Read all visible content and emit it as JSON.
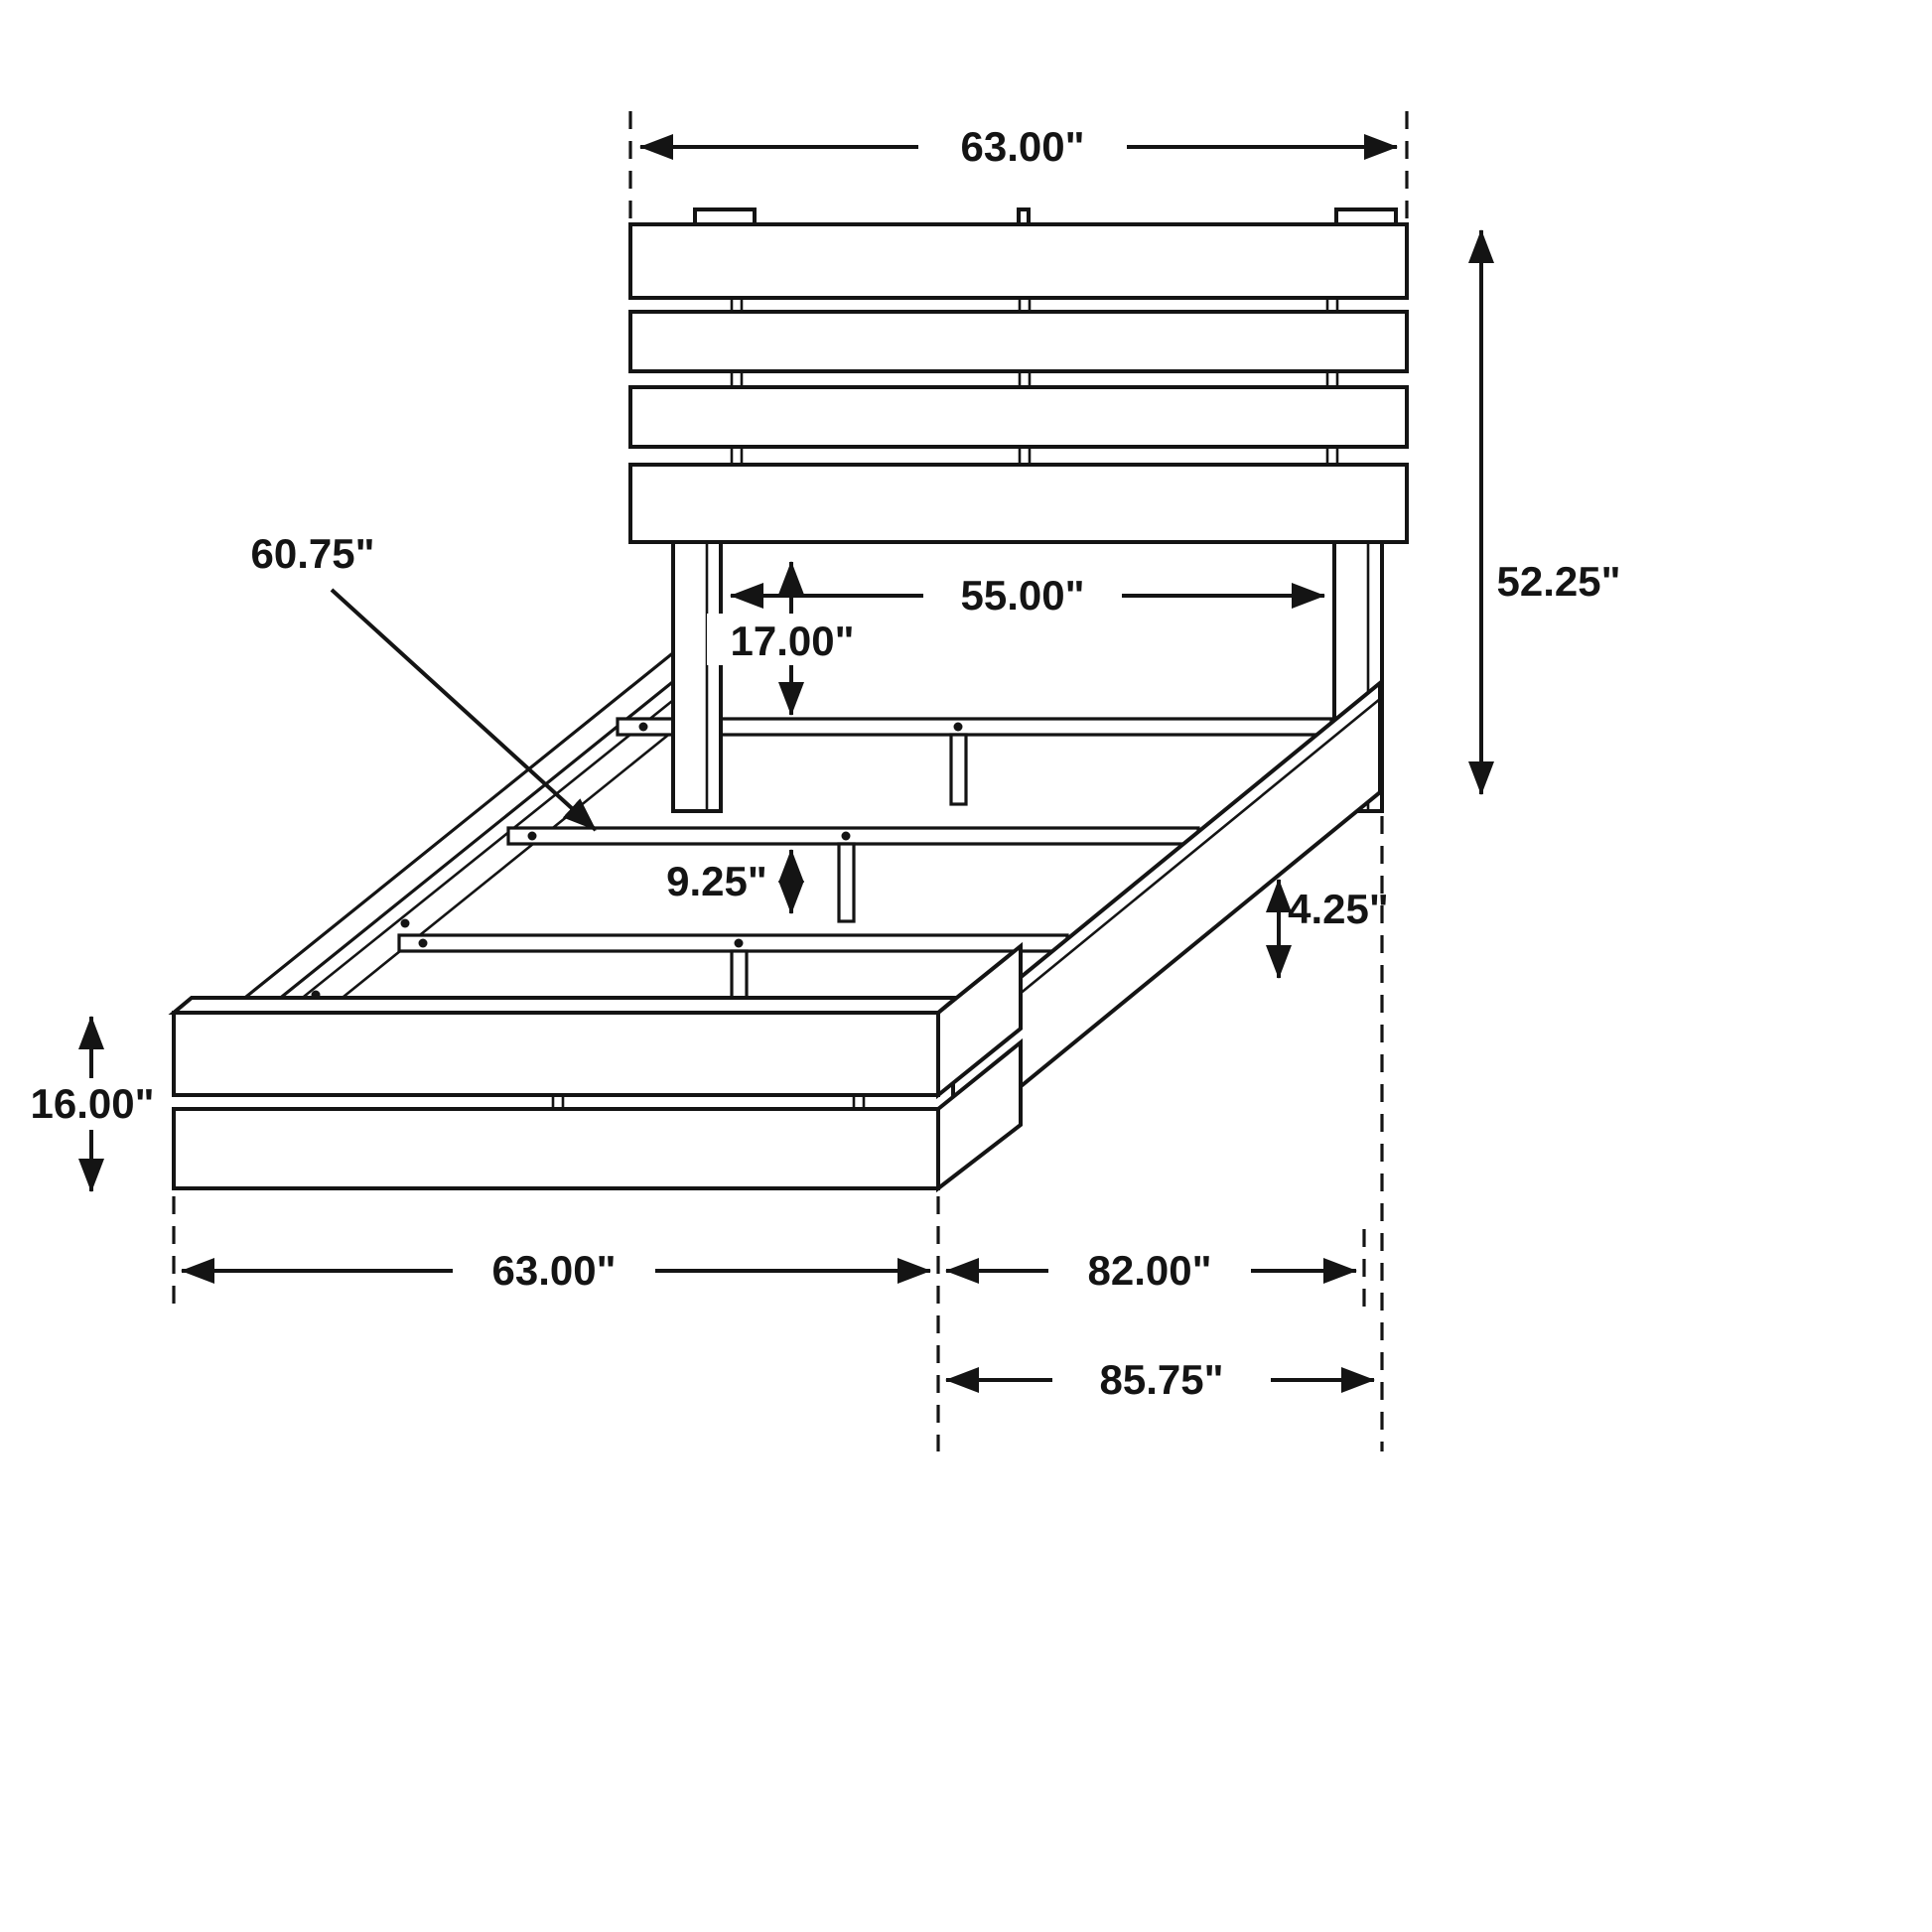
{
  "diagram": {
    "labels": {
      "headboard_width": "63.00\"",
      "headboard_height": "52.25\"",
      "headboard_inner_width": "55.00\"",
      "headboard_to_slat": "17.00\"",
      "slat_length": "60.75\"",
      "slat_height": "9.25\"",
      "rail_clearance": "4.25\"",
      "footboard_height": "16.00\"",
      "footboard_width": "63.00\"",
      "frame_length": "82.00\"",
      "overall_length": "85.75\""
    }
  }
}
